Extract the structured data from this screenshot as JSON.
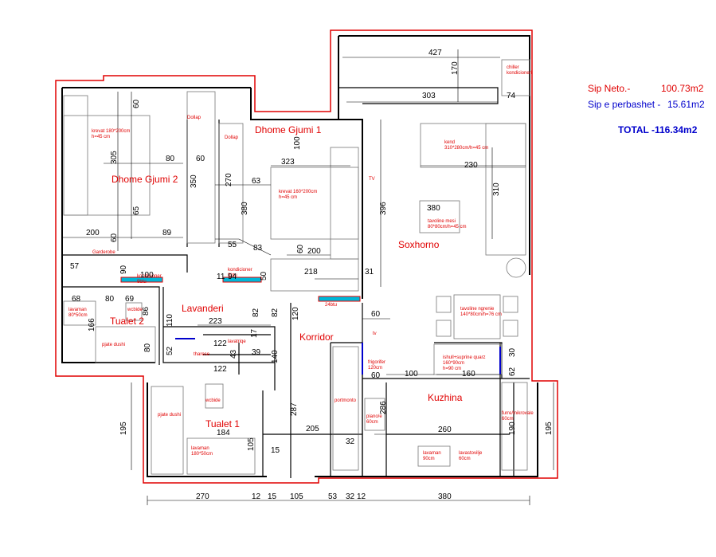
{
  "colors": {
    "outline": "#e00000",
    "shared": "#0000cc",
    "wall": "#000000",
    "furniture": "#777777",
    "radiator": "#00b7d8"
  },
  "legend": {
    "net_label": "Sip Neto.-",
    "net_value": "100.73m2",
    "shared_label": "Sip e perbashet -",
    "shared_value": "15.61m2",
    "total": "TOTAL  -116.34m2"
  },
  "rooms": {
    "bedroom1": "Dhome Gjumi 1",
    "bedroom2": "Dhome Gjumi 2",
    "living": "Soxhorno",
    "laundry": "Lavanderi",
    "corridor": "Korridor",
    "kitchen": "Kuzhina",
    "toilet1": "Tualet 1",
    "toilet2": "Tualet 2"
  },
  "notes": {
    "bed2": "krevat 180*200cm\nh=45 cm",
    "bed1": "krevat 160*200cm\nh=45 cm",
    "sofa": "kend\n310*280cm/h=45 cm",
    "coffee_table": "tavoline mesi\n80*80cm/h=45 cm",
    "dining": "tavoline ngrenie\n140*80cm/h=76 cm",
    "counter": "ishull+suprine quarz\n160*90cm\nh=90 cm",
    "fridge": "frigorifer\n120cm",
    "portmanto": "portmonto",
    "stove": "piano/e\n60cm",
    "oven": "furre/mikrovale\n60cm",
    "sink_k": "lavaman\n90cm",
    "dishwasher": "lavastovilje\n60cm",
    "shower1": "pjate dushi",
    "sink1": "lavaman\n180*50cm",
    "wc1": "wcbide",
    "shower2": "pjate dushi",
    "sink2": "lavaman\n80*50cm",
    "wc2": "wcbide",
    "dryer": "tharese",
    "washer": "lavatriqe",
    "ac_bed2": "kondicioner\n9btu",
    "ac_bed1": "kondicioner\n9btu",
    "ac_living": "24btu",
    "chiller": "chiller\nkondicioneri",
    "wardrobe": "Garderobe",
    "dollap1": "Dollap",
    "dollap2": "Dollap",
    "tv": "TV",
    "tv2": "tv"
  },
  "dims": {
    "d427": "427",
    "d170": "170",
    "d303": "303",
    "d74": "74",
    "d60a": "60",
    "d305": "305",
    "d80a": "80",
    "d60b": "60",
    "d350": "350",
    "d65": "65",
    "d200a": "200",
    "d60c": "60",
    "d89": "89",
    "d57": "57",
    "d90": "90",
    "d100a": "100",
    "d94": "94",
    "d11": "11",
    "d50": "50",
    "d68": "68",
    "d80b": "80",
    "d69": "69",
    "d86": "86",
    "d166": "166",
    "d80c": "80",
    "d110": "110",
    "d223": "223",
    "d82a": "82",
    "d82b": "82",
    "d17": "17",
    "d122a": "122",
    "d52": "52",
    "d43": "43",
    "d39": "39",
    "d140": "140",
    "d122b": "122",
    "d100b": "100",
    "d323": "323",
    "d270a": "270",
    "d63": "63",
    "d380a": "380",
    "d55": "55",
    "d83": "83",
    "d60d": "60",
    "d200b": "200",
    "d218": "218",
    "d31": "31",
    "d120": "120",
    "d60e": "60",
    "d287": "287",
    "d205": "205",
    "d32a": "32",
    "d15a": "15",
    "d105": "105",
    "d184": "184",
    "d230": "230",
    "d310": "310",
    "d396": "396",
    "d380b": "380",
    "d30": "30",
    "d62": "62",
    "d100c": "100",
    "d160": "160",
    "d60f": "60",
    "d286": "286",
    "d260": "260",
    "d190": "190",
    "d195l": "195",
    "d195r": "195",
    "b270": "270",
    "b12": "12",
    "b15": "15",
    "b105": "105",
    "b53": "53",
    "b32": "32",
    "b12b": "12",
    "b380": "380"
  }
}
